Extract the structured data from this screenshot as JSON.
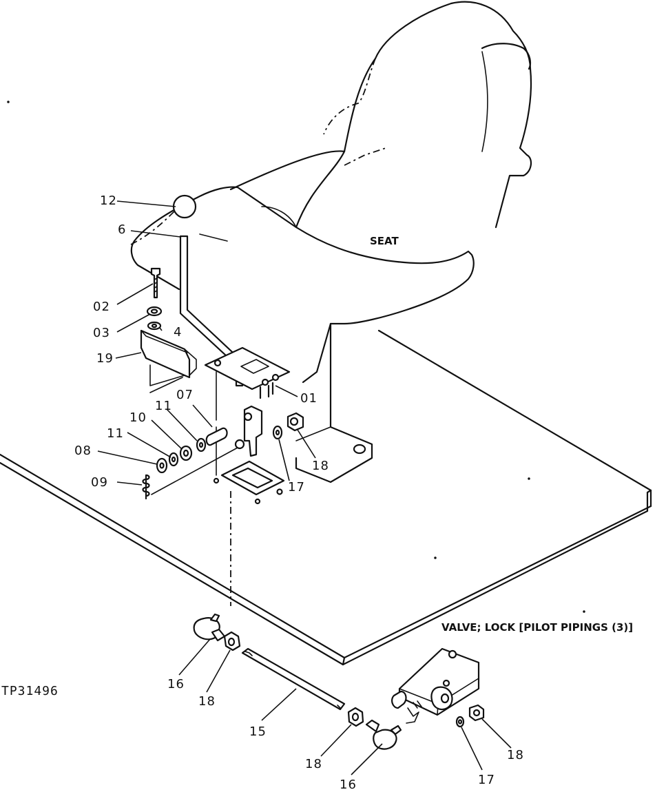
{
  "labels": {
    "seat": "SEAT",
    "valve_caption": "VALVE; LOCK [PILOT PIPINGS (3)]",
    "figure_ref": "TP31496"
  },
  "callouts": {
    "c12": "12",
    "c6": "6",
    "c02": "02",
    "c03": "03",
    "c4": "4",
    "c19": "19",
    "c01": "01",
    "c07": "07",
    "c11a": "11",
    "c10": "10",
    "c11b": "11",
    "c08": "08",
    "c09": "09",
    "c17a": "17",
    "c18a": "18",
    "c16a": "16",
    "c18b": "18",
    "c15": "15",
    "c18c": "18",
    "c16b": "16",
    "c17b": "17",
    "c18d": "18"
  }
}
